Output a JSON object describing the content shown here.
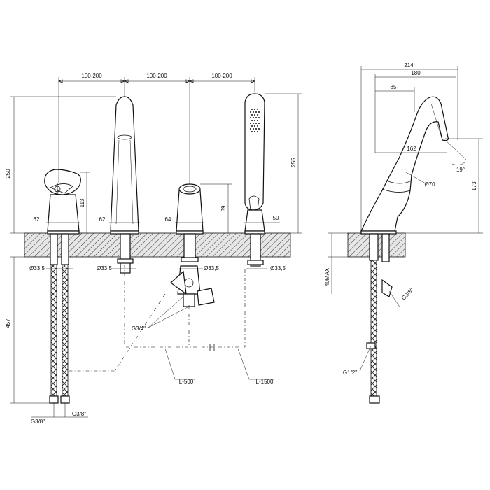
{
  "front_view": {
    "spacing_1": "100-200",
    "spacing_2": "100-200",
    "spacing_3": "100-200",
    "height_total_left": "250",
    "height_total_right": "255",
    "spout_height": "113",
    "handle_height": "89",
    "width_1": "62",
    "width_2": "62",
    "width_3": "64",
    "width_4": "50",
    "hole_1": "Ø33,5",
    "hole_2": "Ø33,5",
    "hole_3": "Ø33,5",
    "hole_4": "Ø33,5",
    "hose_length_vertical": "457",
    "thread_1": "G3/8\"",
    "thread_2": "G3/8\"",
    "thread_diverter": "G3/4\"",
    "hose_l1": "L-500",
    "hose_l2": "L-1500"
  },
  "side_view": {
    "width_total": "214",
    "width_reach": "180",
    "width_handle": "85",
    "spout_reach": "162",
    "angle": "19°",
    "diameter": "Ø70",
    "height": "173",
    "deck_max": "40MAX",
    "thread_side": "G3/8\"",
    "thread_bottom": "G1/2\""
  }
}
